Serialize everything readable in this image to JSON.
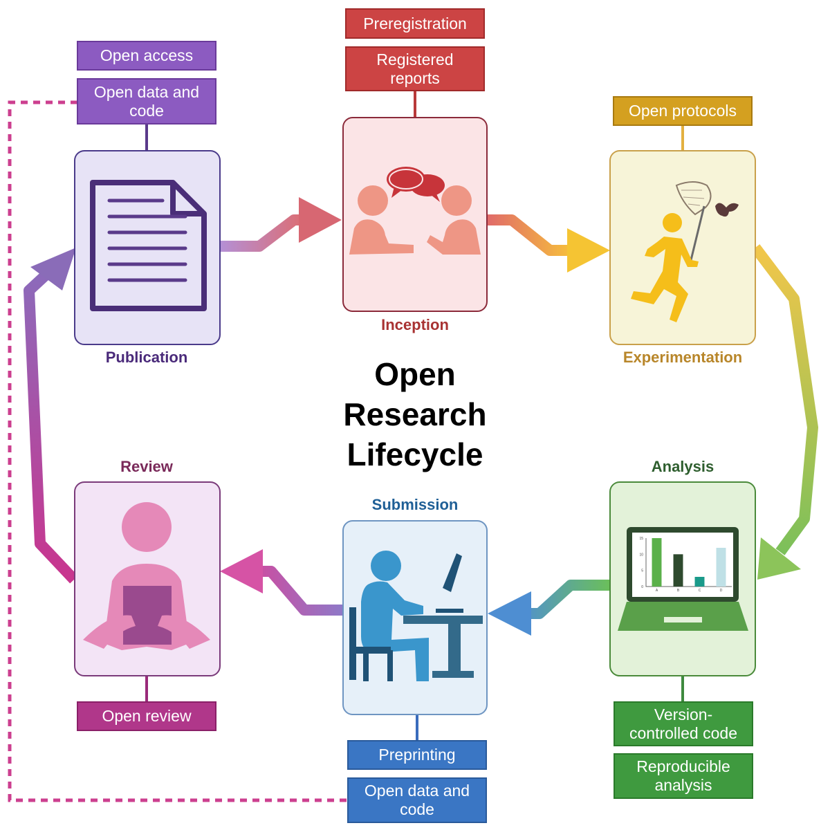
{
  "title": [
    "Open",
    "Research",
    "Lifecycle"
  ],
  "stages": {
    "inception": {
      "label": "Inception",
      "color": "#a83232",
      "fill": "#fbe4e6",
      "border": "#8b2a3a"
    },
    "experimentation": {
      "label": "Experimentation",
      "color": "#b8862a",
      "fill": "#f7f4d8",
      "border": "#c9a04a"
    },
    "analysis": {
      "label": "Analysis",
      "color": "#2e5e2e",
      "fill": "#e3f2d9",
      "border": "#4a8a3a"
    },
    "submission": {
      "label": "Submission",
      "color": "#1f5f96",
      "fill": "#e6f0f9",
      "border": "#6e95c2"
    },
    "review": {
      "label": "Review",
      "color": "#7a2a5a",
      "fill": "#f3e4f6",
      "border": "#7a3a7a"
    },
    "publication": {
      "label": "Publication",
      "color": "#4a2a7a",
      "fill": "#e7e3f6",
      "border": "#4a3a8a"
    }
  },
  "practices": {
    "preregistration": "Preregistration",
    "registered_reports": "Registered\nreports",
    "open_protocols": "Open protocols",
    "version_controlled_code": "Version-\ncontrolled code",
    "reproducible_analysis": "Reproducible\nanalysis",
    "preprinting": "Preprinting",
    "open_data_submission": "Open data and\ncode",
    "open_review": "Open review",
    "open_access": "Open access",
    "open_data_publication": "Open data and\ncode"
  },
  "practice_colors": {
    "red": "#cc4444",
    "gold": "#d4a020",
    "green": "#3f9a3f",
    "blue": "#3a76c4",
    "magenta": "#b0378a",
    "purple": "#8c5bc1"
  },
  "icons": {
    "inception": "discussion-icon",
    "experimentation": "butterfly-catcher-icon",
    "analysis": "laptop-bar-chart-icon",
    "submission": "person-at-computer-icon",
    "review": "person-reading-icon",
    "publication": "document-icon"
  },
  "laptop_chart": {
    "type": "bar",
    "categories": [
      "A",
      "B",
      "C",
      "D"
    ],
    "values": [
      15,
      10,
      3,
      12
    ],
    "yticks": [
      "15",
      "10",
      "5",
      "0"
    ],
    "bar_colors": [
      "#5ab04a",
      "#2e4a2e",
      "#1a9a8a",
      "#bfe0e6"
    ]
  }
}
